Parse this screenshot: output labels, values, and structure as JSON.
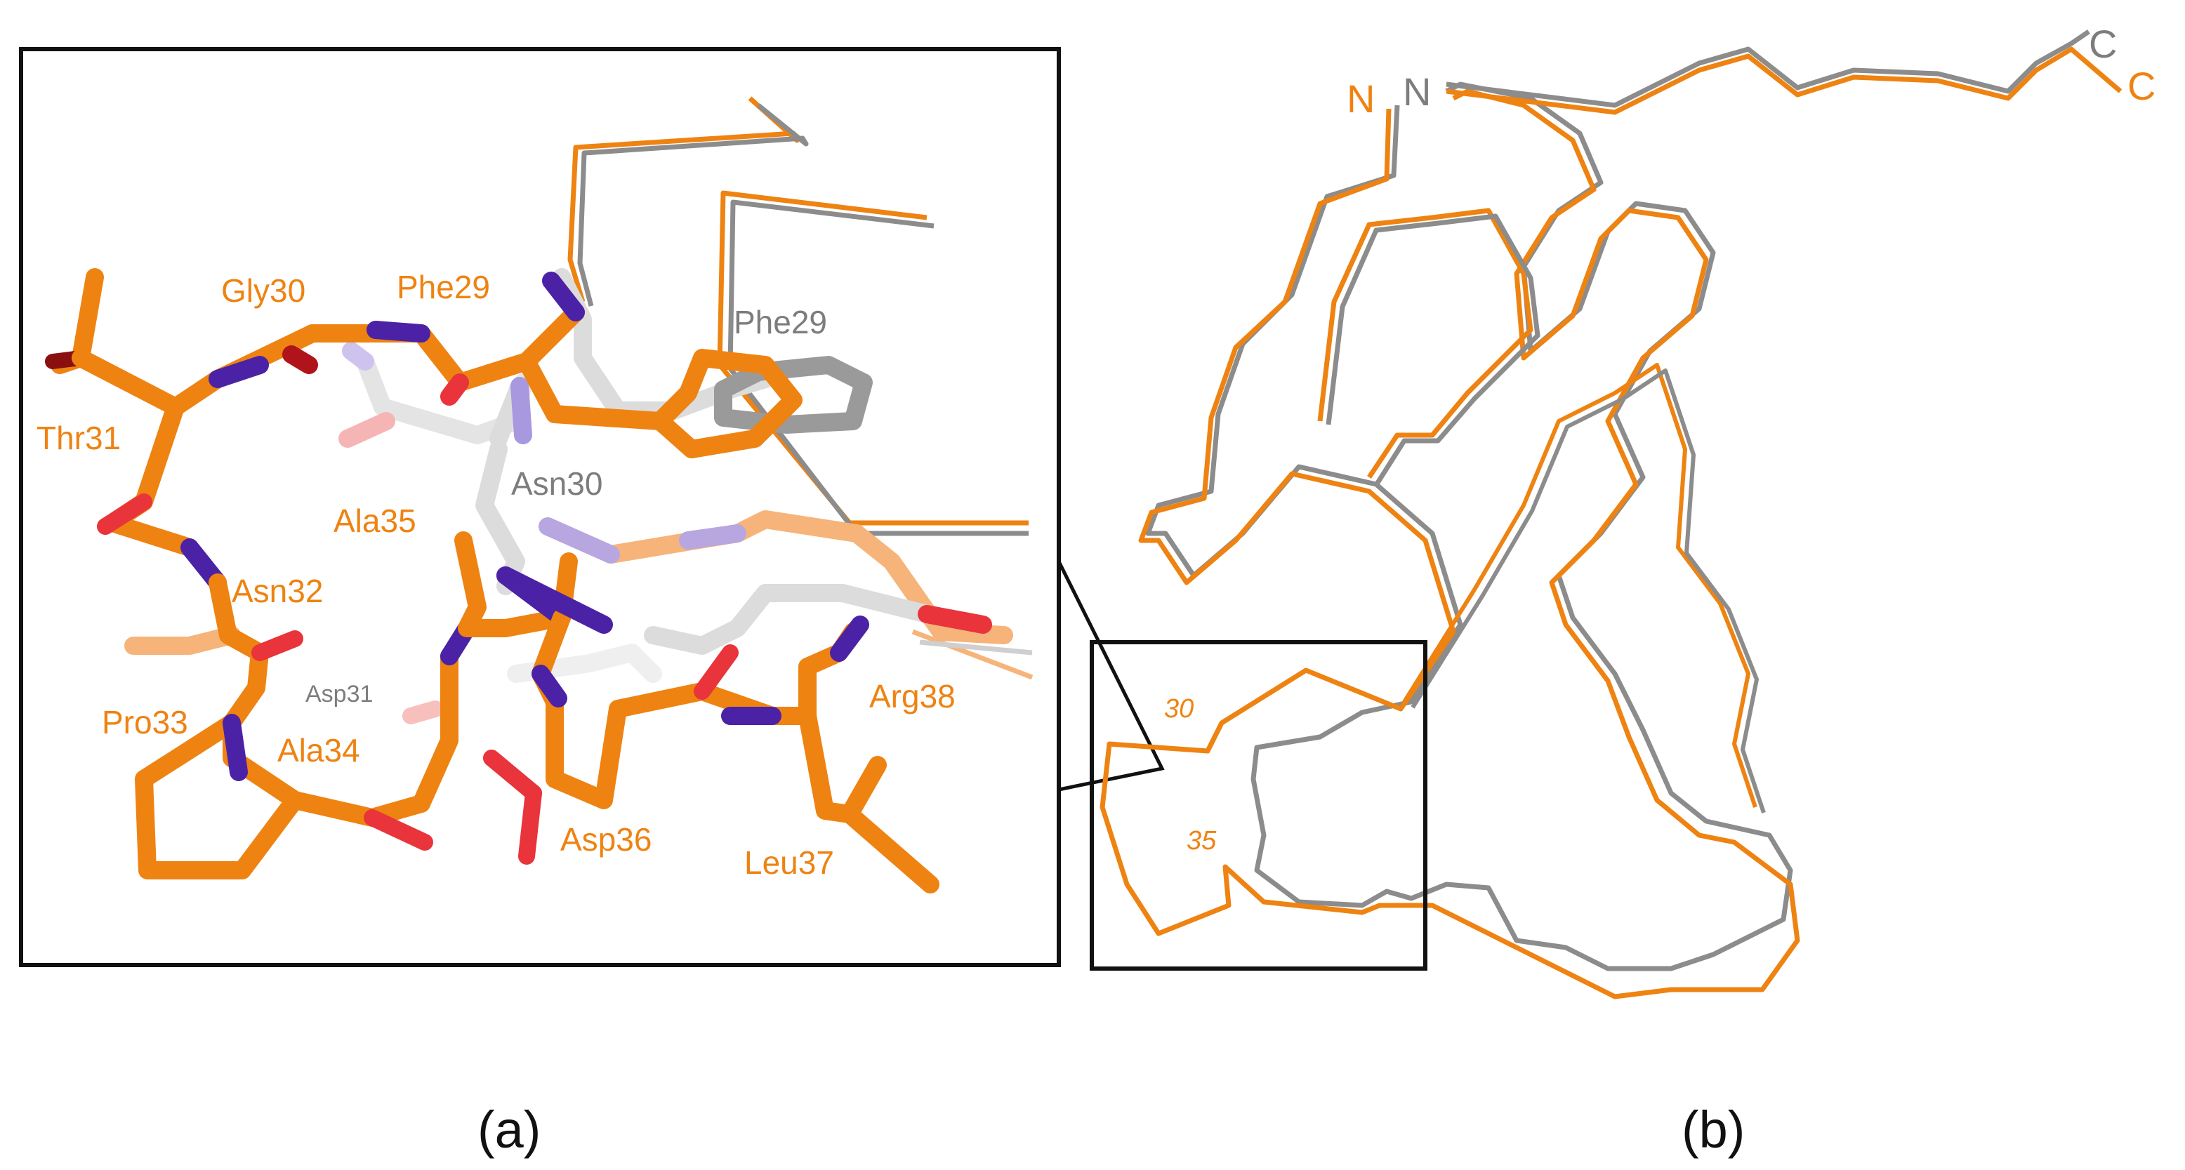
{
  "colors": {
    "orange": "#ee8312",
    "orange_light": "#f6b47a",
    "grey": "#8c8c8c",
    "grey_light": "#dcdcdc",
    "nitrogen": "#4b22a6",
    "nitrogen_light": "#b7a6e0",
    "oxygen": "#e8343a",
    "oxygen_light": "#f5a0a0",
    "frame": "#111111"
  },
  "panel_a": {
    "caption": "(a)",
    "orange_labels": [
      "Gly30",
      "Phe29",
      "Thr31",
      "Ala35",
      "Asn32",
      "Pro33",
      "Ala34",
      "Asp36",
      "Leu37",
      "Arg38"
    ],
    "grey_labels": [
      "Phe29",
      "Asn30",
      "Asp31"
    ]
  },
  "panel_b": {
    "caption": "(b)",
    "terminus_orange": {
      "n": "N",
      "c": "C"
    },
    "terminus_grey": {
      "n": "N",
      "c": "C"
    },
    "residue_marks": [
      "30",
      "35"
    ]
  }
}
